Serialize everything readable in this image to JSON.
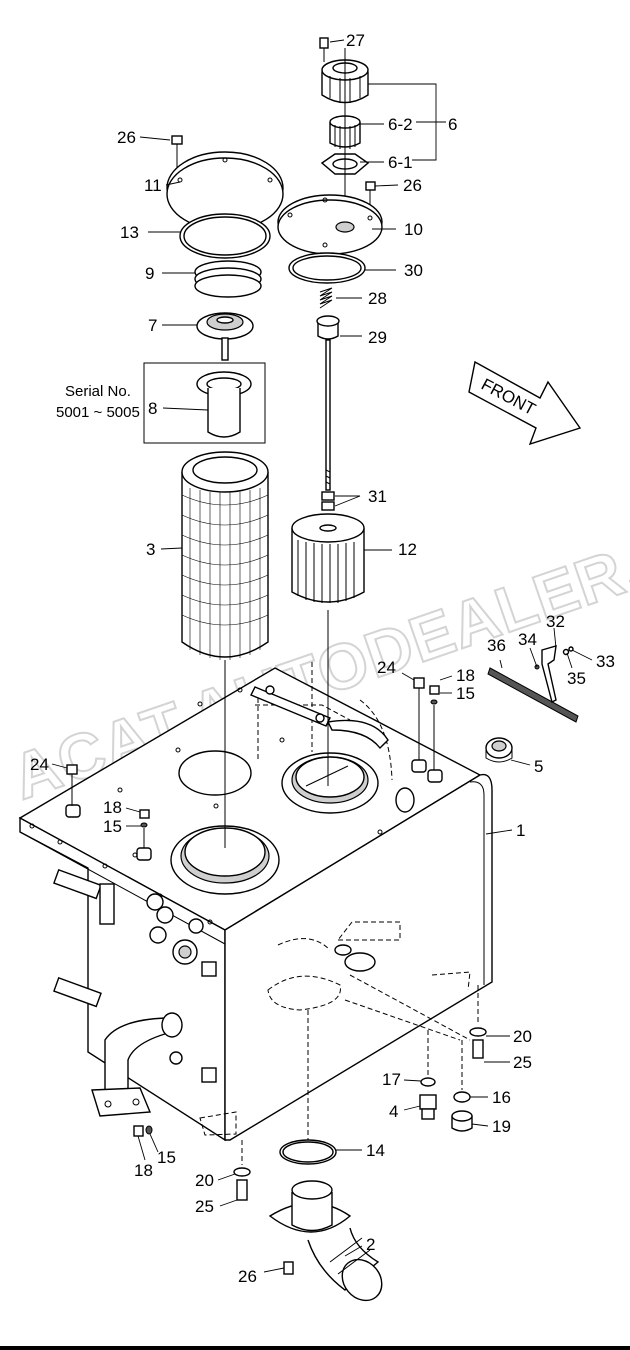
{
  "diagram": {
    "watermark": "ACAT.AUTODEALER.RU",
    "serial_label": [
      "Serial No.",
      "5001 ~ 5005"
    ],
    "front_label": "FRONT",
    "callouts": {
      "c27": "27",
      "c26a": "26",
      "c6_2": "6-2",
      "c6": "6",
      "c11": "11",
      "c6_1": "6-1",
      "c26b": "26",
      "c13": "13",
      "c10": "10",
      "c30": "30",
      "c9": "9",
      "c28": "28",
      "c7": "7",
      "c29": "29",
      "c8": "8",
      "c31": "31",
      "c3": "3",
      "c12": "12",
      "c32": "32",
      "c36": "36",
      "c34": "34",
      "c33": "33",
      "c24a": "24",
      "c18a": "18",
      "c35": "35",
      "c15a": "15",
      "c24b": "24",
      "c5": "5",
      "c18b": "18",
      "c1": "1",
      "c15b": "15",
      "c20a": "20",
      "c25a": "25",
      "c17": "17",
      "c16": "16",
      "c4": "4",
      "c19": "19",
      "c14": "14",
      "c18c": "18",
      "c15c": "15",
      "c20b": "20",
      "c25b": "25",
      "c2": "2",
      "c26c": "26"
    }
  }
}
